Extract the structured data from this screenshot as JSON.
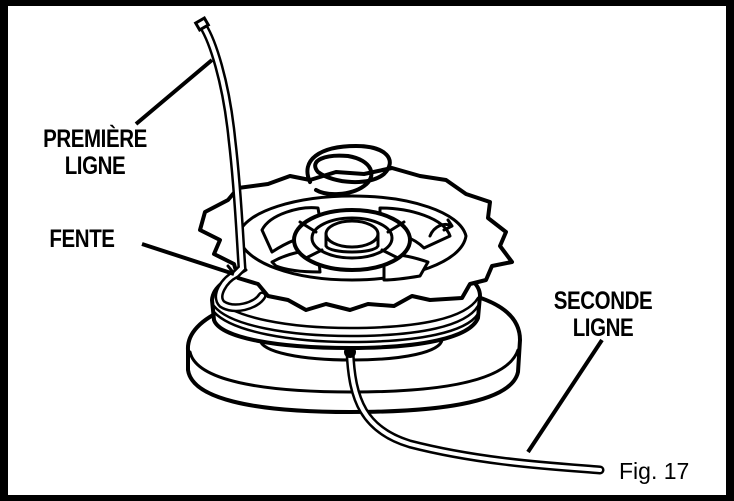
{
  "labels": {
    "first_line": [
      "PREMIÈRE",
      "LIGNE"
    ],
    "slot": "FENTE",
    "second_line": [
      "SECONDE",
      "LIGNE"
    ]
  },
  "figure_label": "Fig. 17",
  "colors": {
    "ink": "#000000",
    "paper": "#ffffff"
  }
}
